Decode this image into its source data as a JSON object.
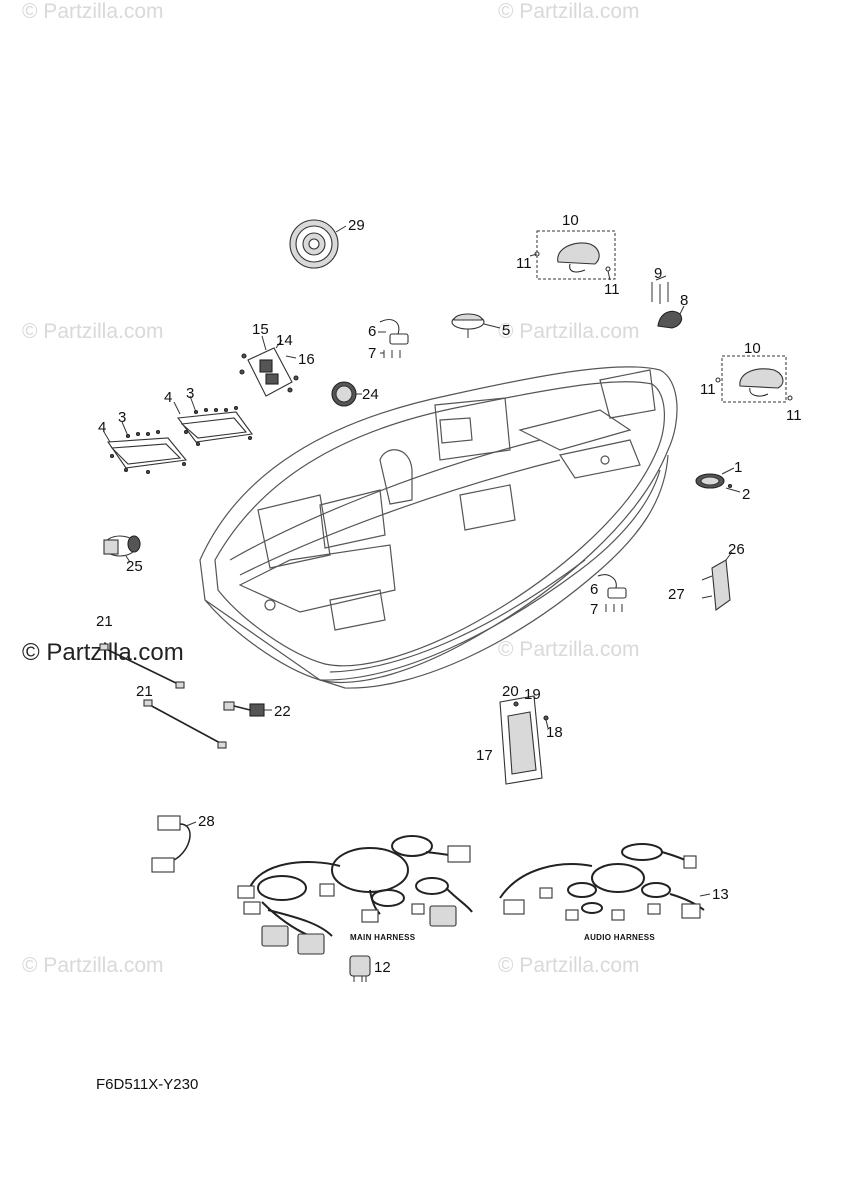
{
  "watermark": {
    "text": "© Partzilla.com",
    "primary_text": "© Partzilla.com"
  },
  "diagram_code": "F6D511X-Y230",
  "harness_labels": {
    "main": "MAIN HARNESS",
    "audio": "AUDIO HARNESS"
  },
  "callouts": {
    "c1": "1",
    "c2": "2",
    "c3": "3",
    "c4": "4",
    "c5": "5",
    "c6": "6",
    "c7": "7",
    "c8": "8",
    "c9": "9",
    "c10": "10",
    "c11": "11",
    "c12": "12",
    "c13": "13",
    "c14": "14",
    "c15": "15",
    "c16": "16",
    "c17": "17",
    "c18": "18",
    "c19": "19",
    "c20": "20",
    "c21": "21",
    "c22": "22",
    "c24": "24",
    "c25": "25",
    "c26": "26",
    "c27": "27",
    "c28": "28",
    "c29": "29"
  }
}
